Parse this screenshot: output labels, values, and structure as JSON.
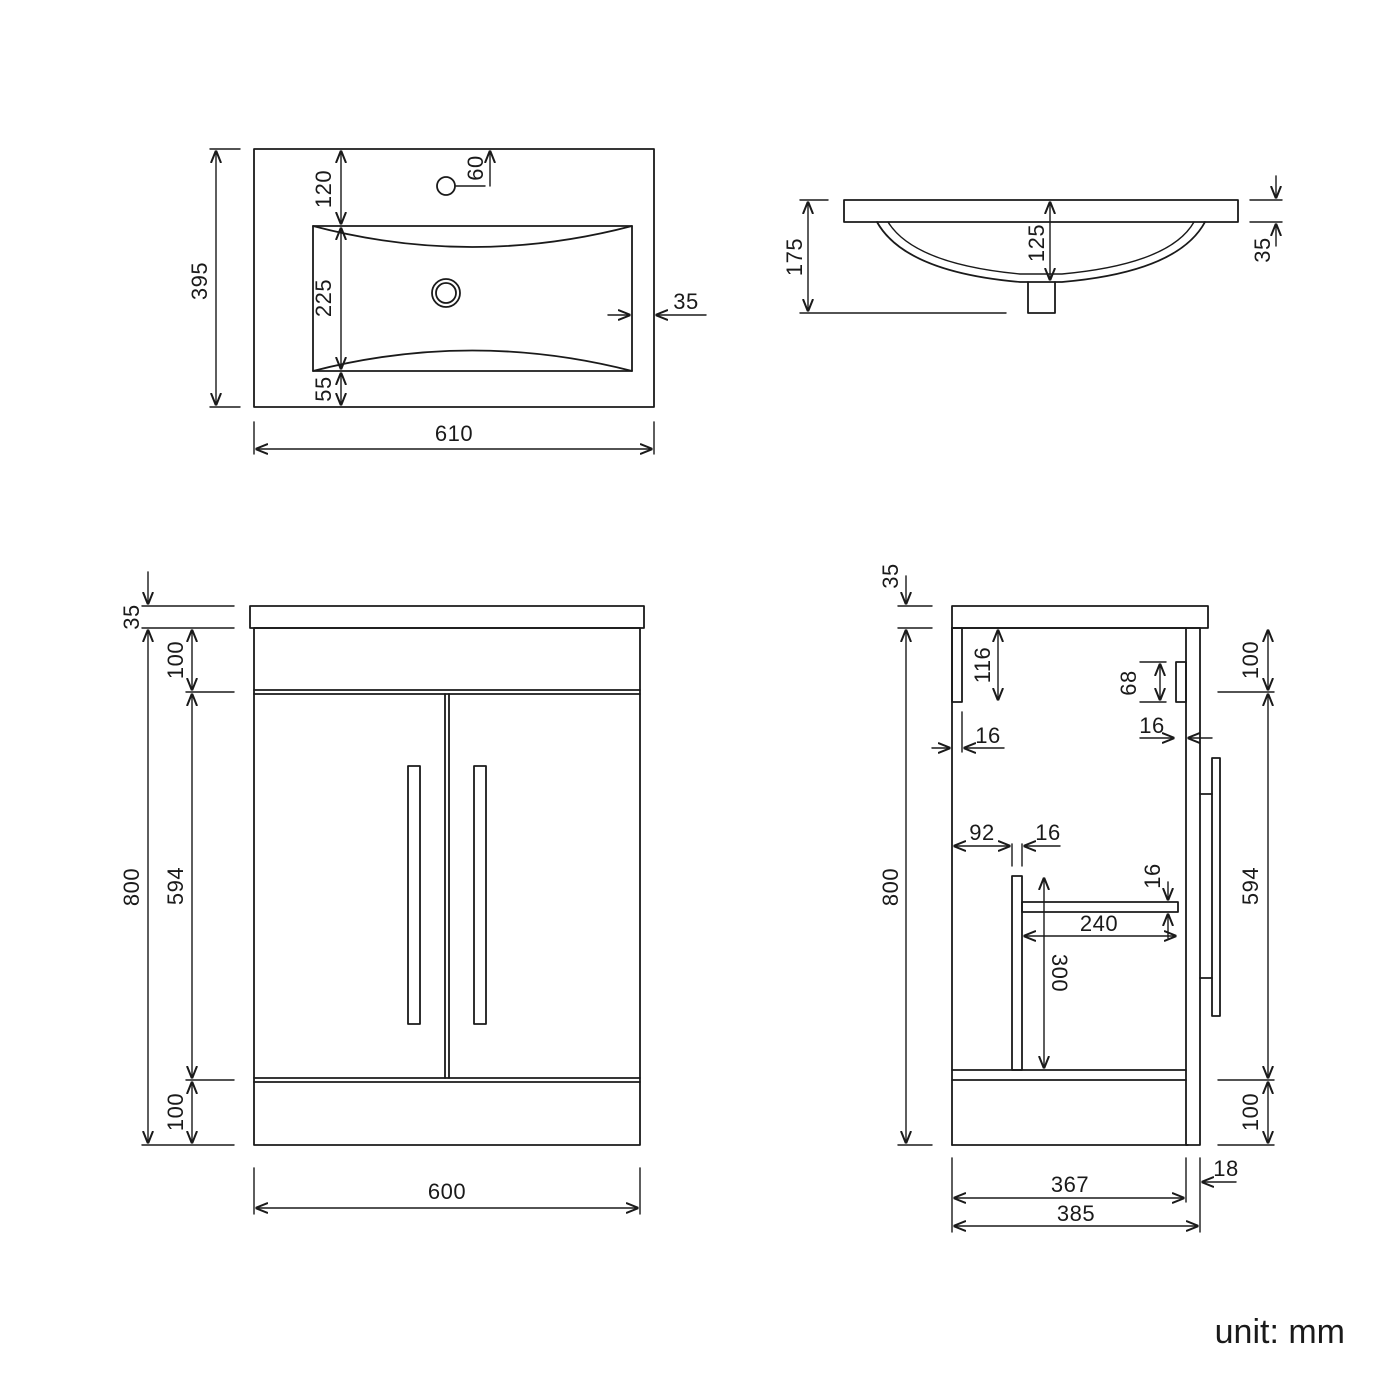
{
  "unit_label": "unit: mm",
  "colors": {
    "line": "#1a1a1a",
    "background": "#ffffff"
  },
  "basin_top": {
    "width": "610",
    "depth": "395",
    "tap_to_bowl": "120",
    "tap_hole": "60",
    "bowl_depth": "225",
    "bowl_front_margin": "55",
    "bowl_side_margin": "35"
  },
  "basin_side": {
    "height": "175",
    "bowl_depth": "125",
    "rim": "35"
  },
  "front": {
    "width": "600",
    "height": "800",
    "top": "35",
    "top_rail": "100",
    "door": "594",
    "plinth": "100"
  },
  "side": {
    "top": "35",
    "height": "800",
    "panel": "116",
    "panel_thickness": "16",
    "back_block": "68",
    "back_thickness": "16",
    "shelf_offset": "92",
    "shelf_thickness": "16",
    "shelf_depth": "240",
    "shelf_board": "16",
    "shelf_height": "300",
    "rail": "100",
    "door": "594",
    "plinth": "100",
    "inner_depth": "367",
    "door_thickness": "18",
    "depth": "385"
  }
}
